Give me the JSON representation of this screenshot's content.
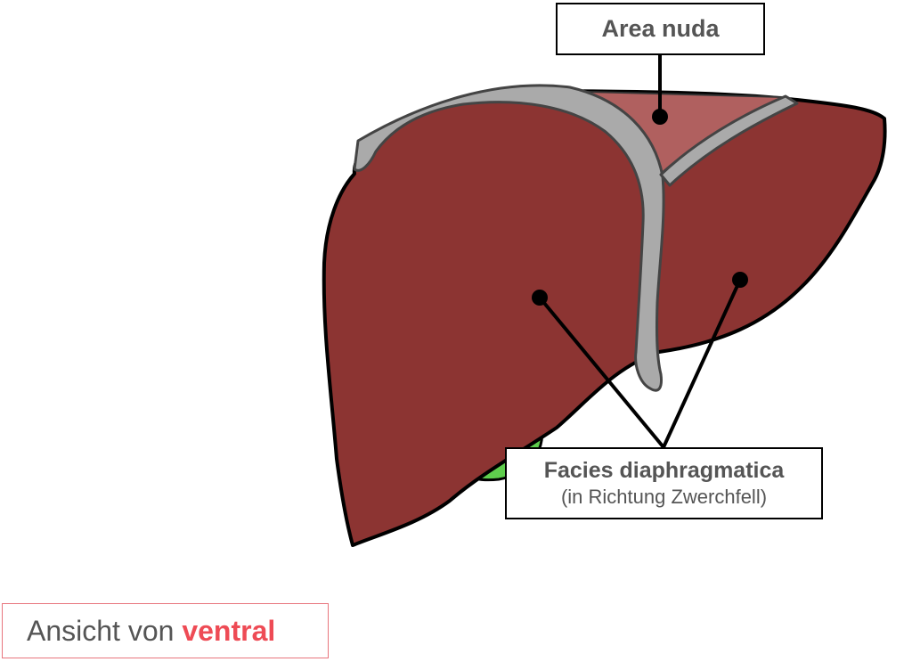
{
  "labels": {
    "area_nuda": "Area nuda",
    "facies_title": "Facies diaphragmatica",
    "facies_subtitle": "(in Richtung Zwerchfell)"
  },
  "view": {
    "prefix": "Ansicht von",
    "highlight": "ventral"
  },
  "colors": {
    "liver": "#8c3432",
    "area_nuda": "#b0605f",
    "ligament": "#aaaaaa",
    "gallbladder": "#5fce4d",
    "outline": "#000000",
    "label_text": "#555555",
    "accent": "#ee4b55"
  }
}
